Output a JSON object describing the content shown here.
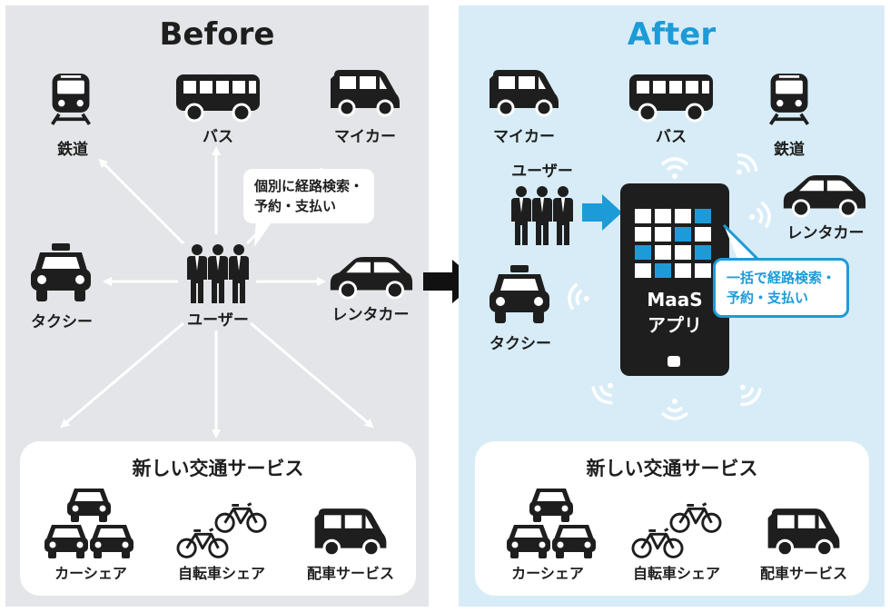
{
  "before": {
    "title": "Before",
    "labels": {
      "railway": "鉄道",
      "bus": "バス",
      "mycar": "マイカー",
      "taxi": "タクシー",
      "user": "ユーザー",
      "rentacar": "レンタカー"
    },
    "bubble": [
      "個別に経路検索・",
      "予約・支払い"
    ],
    "services": {
      "title": "新しい交通サービス",
      "carshare": "カーシェア",
      "bikeshare": "自転車シェア",
      "dispatch": "配車サービス"
    }
  },
  "after": {
    "title": "After",
    "labels": {
      "mycar": "マイカー",
      "bus": "バス",
      "railway": "鉄道",
      "user": "ユーザー",
      "rentacar": "レンタカー",
      "taxi": "タクシー"
    },
    "app": [
      "MaaS",
      "アプリ"
    ],
    "bubble": [
      "一括で経路検索・",
      "予約・支払い"
    ],
    "services": {
      "title": "新しい交通サービス",
      "carshare": "カーシェア",
      "bikeshare": "自転車シェア",
      "dispatch": "配車サービス"
    }
  },
  "colors": {
    "before_bg": "#e4e5e8",
    "after_bg": "#d7ecf7",
    "accent_blue": "#1d9bd8",
    "icon_dark": "#1e1e1e"
  }
}
